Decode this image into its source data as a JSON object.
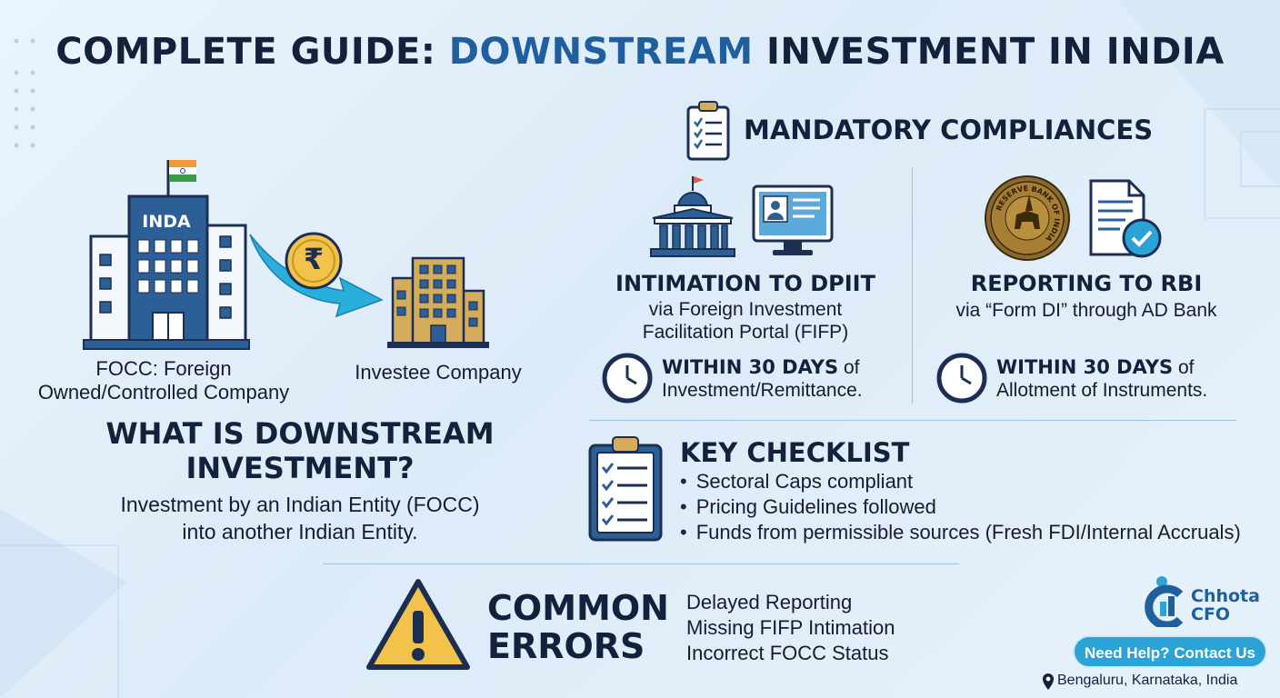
{
  "title": {
    "part1": "COMPLETE GUIDE: ",
    "part2": "DOWNSTREAM",
    "part3": " INVESTMENT IN INDIA"
  },
  "left": {
    "building_sign": "INDA",
    "focc_label_line1": "FOCC: Foreign",
    "focc_label_line2": "Owned/Controlled Company",
    "investee_label": "Investee Company",
    "currency_symbol": "₹",
    "what_heading_line1": "WHAT IS DOWNSTREAM",
    "what_heading_line2": "INVESTMENT?",
    "what_body_line1": "Investment by an Indian Entity (FOCC)",
    "what_body_line2": "into another Indian Entity."
  },
  "compliances": {
    "heading": "MANDATORY COMPLIANCES",
    "dpiit": {
      "heading": "INTIMATION TO DPIIT",
      "sub_line1": "via Foreign Investment",
      "sub_line2": "Facilitation Portal (FIFP)",
      "deadline_bold": "WITHIN 30 DAYS",
      "deadline_rest": " of",
      "deadline_line2": "Investment/Remittance."
    },
    "rbi": {
      "heading": "REPORTING TO RBI",
      "sub_line1": "via “Form DI” through AD Bank",
      "seal_text": "RESERVE BANK OF INDIA",
      "deadline_bold": "WITHIN 30 DAYS",
      "deadline_rest": " of",
      "deadline_line2": "Allotment of Instruments."
    }
  },
  "checklist": {
    "heading": "KEY CHECKLIST",
    "items": [
      "Sectoral Caps compliant",
      "Pricing Guidelines followed",
      "Funds from permissible sources (Fresh FDI/Internal Accruals)"
    ]
  },
  "errors": {
    "heading_line1": "COMMON",
    "heading_line2": "ERRORS",
    "items": [
      "Delayed Reporting",
      "Missing FIFP Intimation",
      "Incorrect FOCC Status"
    ]
  },
  "brand": {
    "name_line1": "Chhota",
    "name_line2": "CFO",
    "cta": "Need Help? Contact Us",
    "location": "Bengaluru, Karnataka, India"
  },
  "icons": [
    "building-icon",
    "flag-icon",
    "rupee-coin-icon",
    "arrow-icon",
    "investee-building-icon",
    "clipboard-icon",
    "government-building-icon",
    "computer-portal-icon",
    "clock-icon",
    "rbi-seal-icon",
    "document-check-icon",
    "checklist-icon",
    "warning-icon",
    "brand-logo-icon",
    "location-pin-icon"
  ],
  "colors": {
    "navy": "#14213d",
    "accent_blue": "#1f5f9e",
    "building_blue": "#2b5f96",
    "gold": "#d4ac5b",
    "teal_arrow": "#27b0dc",
    "warning_yellow": "#f2c24b",
    "cta_blue": "#2ba3d6"
  }
}
